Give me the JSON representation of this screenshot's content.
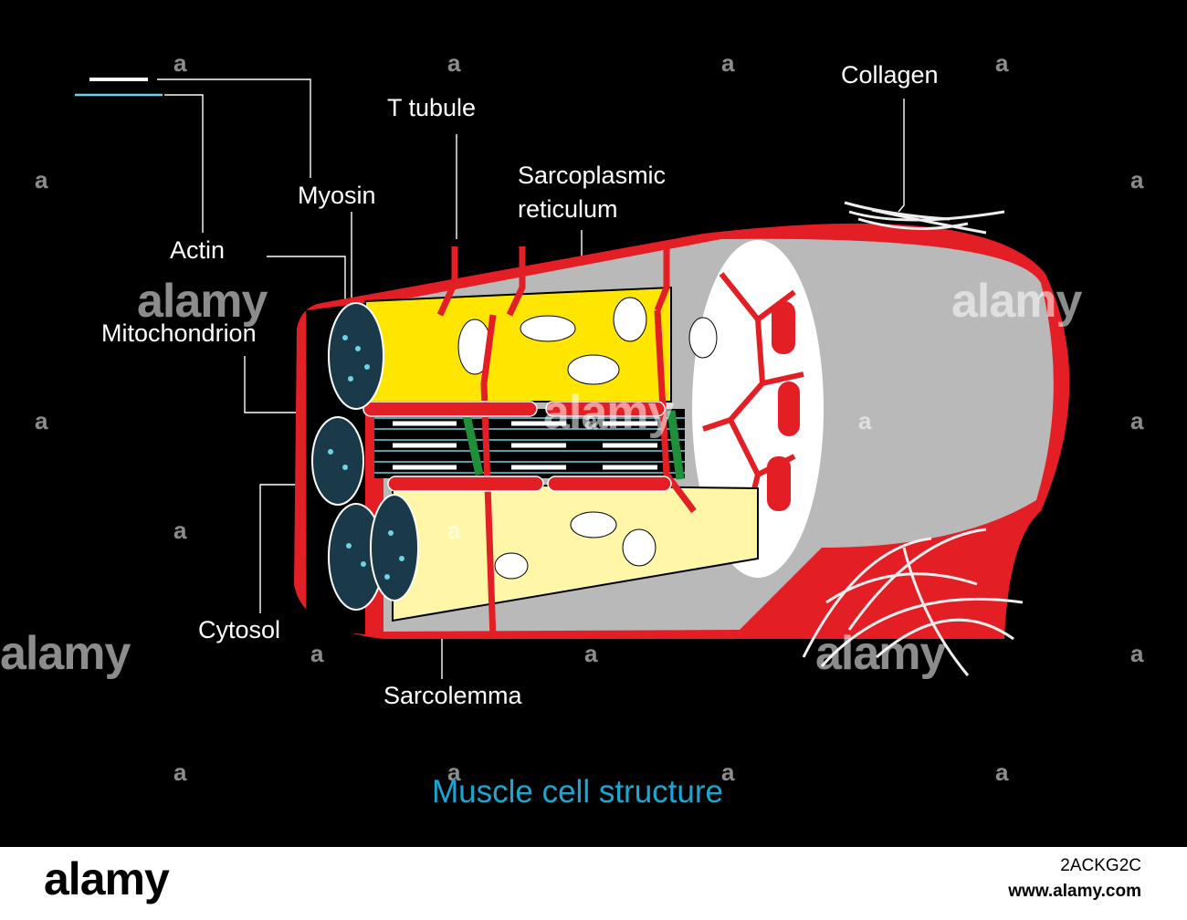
{
  "diagram": {
    "title": "Muscle cell structure",
    "labels": {
      "collagen": "Collagen",
      "t_tubule": "T tubule",
      "sarcoplasmic_reticulum_line1": "Sarcoplasmic",
      "sarcoplasmic_reticulum_line2": "reticulum",
      "myosin": "Myosin",
      "actin": "Actin",
      "mitochondrion": "Mitochondrion",
      "cytosol": "Cytosol",
      "sarcolemma": "Sarcolemma"
    },
    "colors": {
      "background": "#000000",
      "sarcolemma_red": "#e31e24",
      "cytosol_grey": "#b9b9b9",
      "reticulum_yellow": "#ffe600",
      "reticulum_pale": "#fff6a8",
      "z_line_green": "#1f8f3a",
      "myofibril_teal": "#6fd3e6",
      "title_blue": "#1aa7d4"
    },
    "legend": {
      "myosin_line_color": "#ffffff",
      "actin_line_color": "#6fd3e6"
    }
  },
  "watermark": {
    "brand": "alamy",
    "image_id": "2ACKG2C",
    "url": "www.alamy.com"
  }
}
